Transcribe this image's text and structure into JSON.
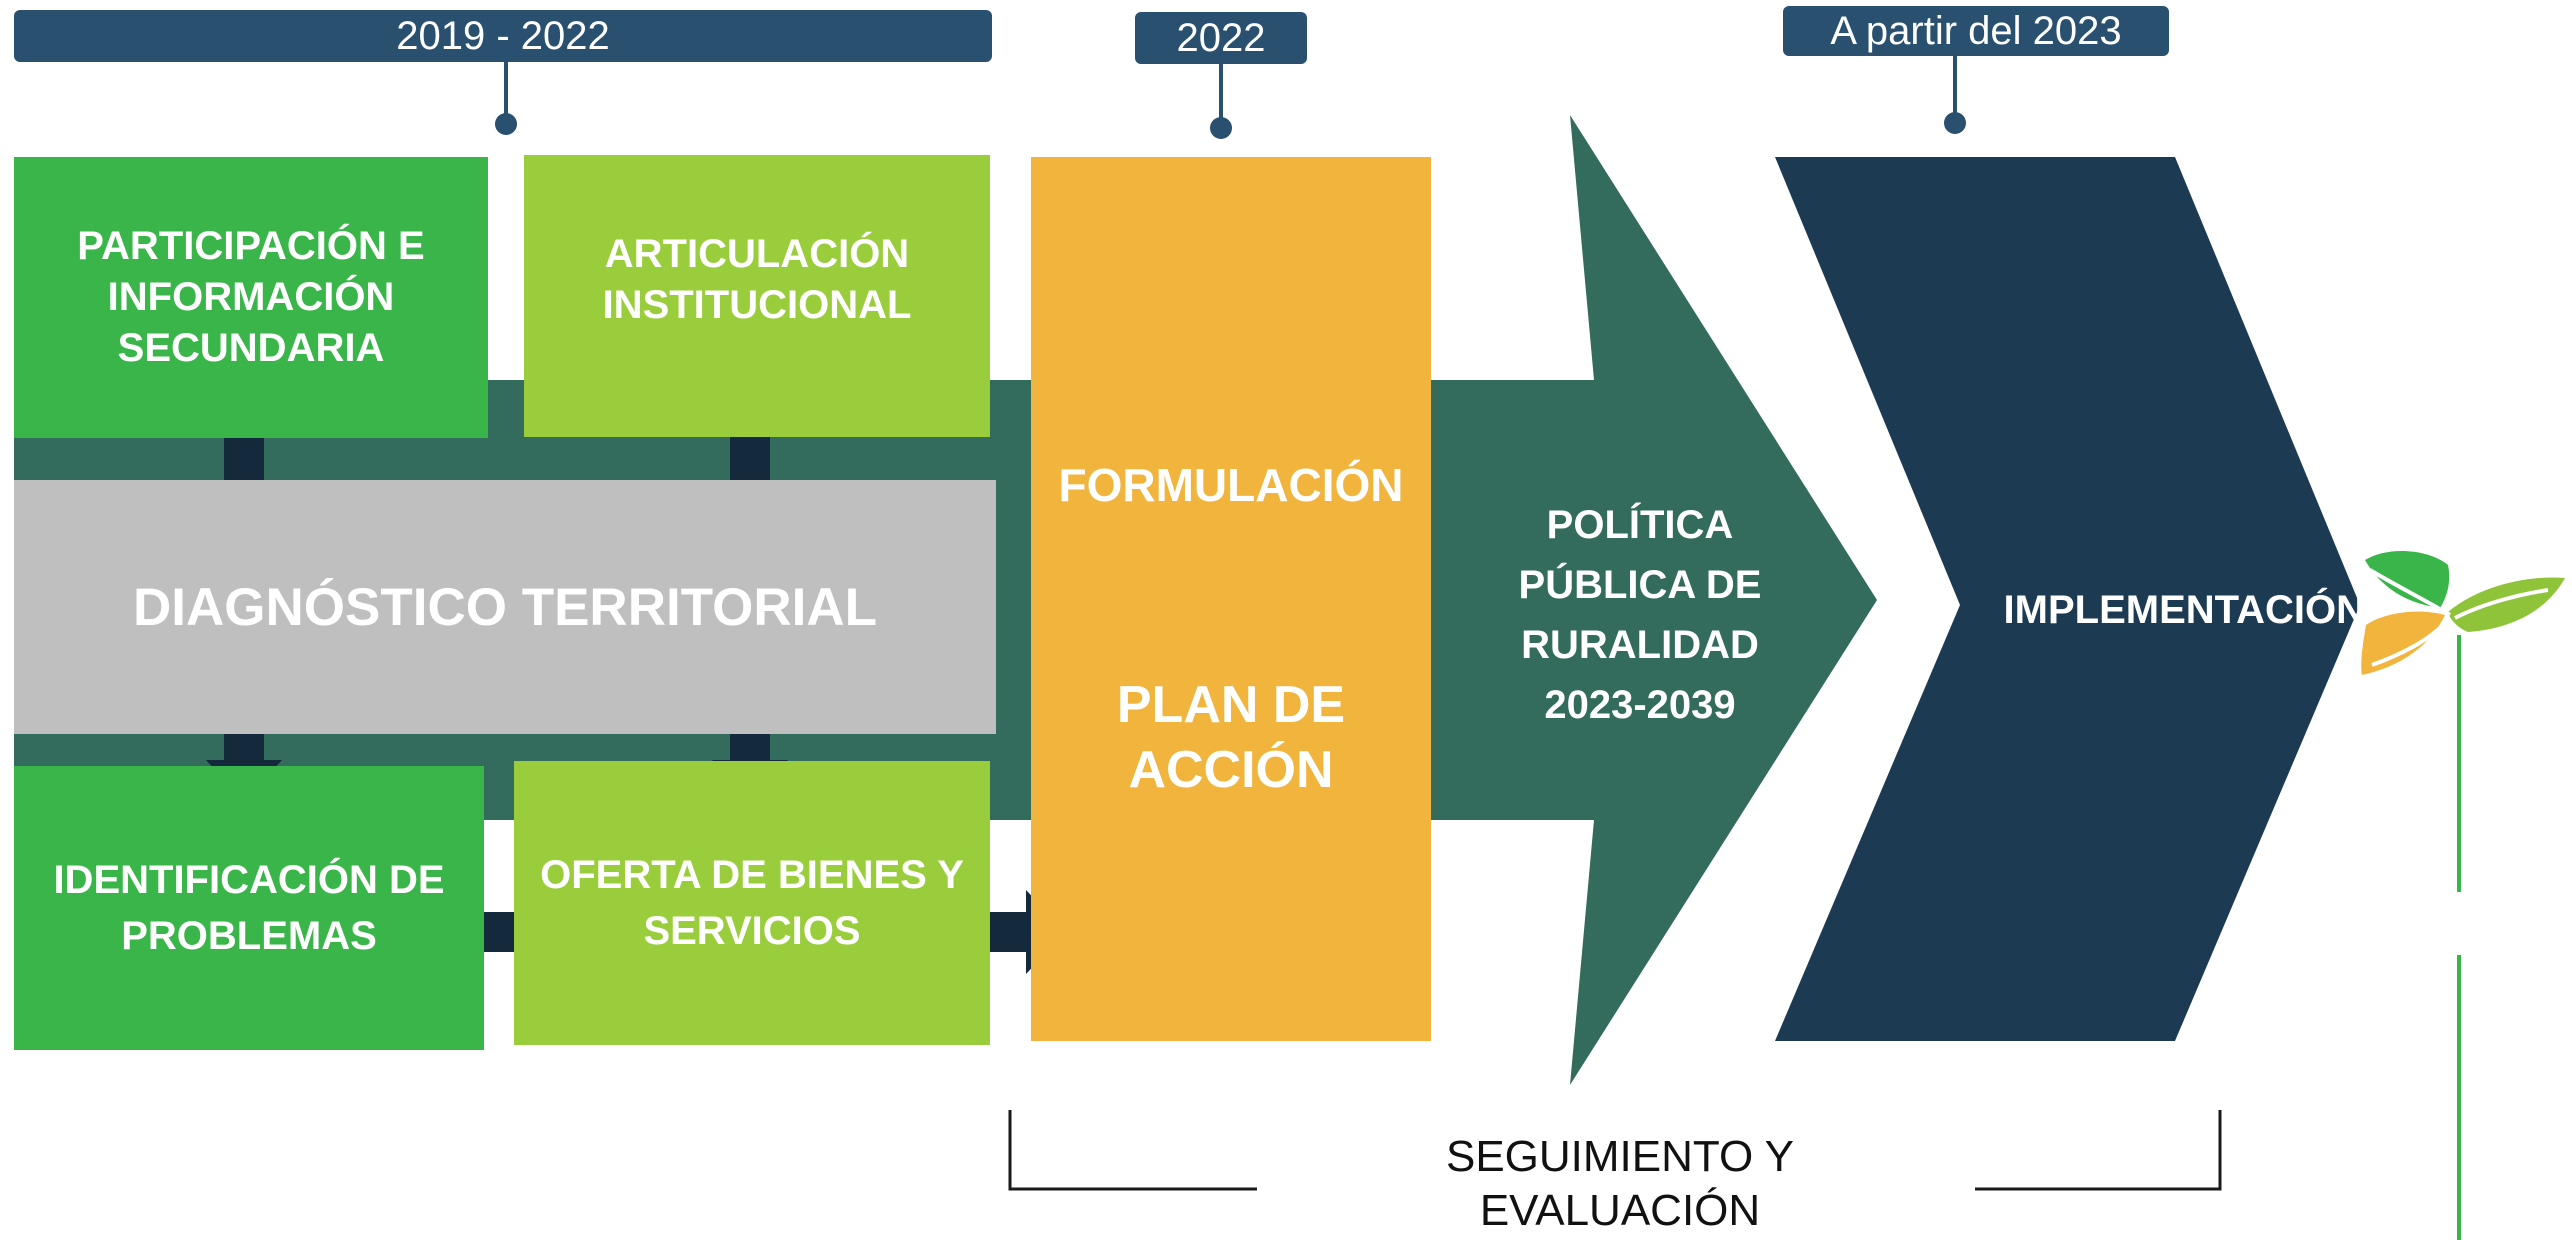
{
  "timeline": {
    "period_1": "2019 - 2022",
    "period_2": "2022",
    "period_3": "A partir del 2023"
  },
  "boxes": {
    "participacion": "PARTICIPACIÓN E INFORMACIÓN SECUNDARIA",
    "articulacion": "ARTICULACIÓN INSTITUCIONAL",
    "diagnostico": "DIAGNÓSTICO TERRITORIAL",
    "identificacion": "IDENTIFICACIÓN DE PROBLEMAS",
    "oferta": "OFERTA DE BIENES Y SERVICIOS",
    "formulacion": "FORMULACIÓN",
    "plan": "PLAN DE ACCIÓN",
    "politica": "POLÍTICA PÚBLICA DE RURALIDAD 2023-2039",
    "implementacion": "IMPLEMENTACIÓN"
  },
  "footer": {
    "seguimiento": "SEGUIMIENTO Y EVALUACIÓN"
  },
  "colors": {
    "green_dark": "#39b54a",
    "green_light": "#9acd3c",
    "teal": "#336b5c",
    "gray": "#bfbfbf",
    "orange": "#f1b43d",
    "navy": "#1c3a52",
    "pill": "#2a5070",
    "connector": "#14293b"
  }
}
